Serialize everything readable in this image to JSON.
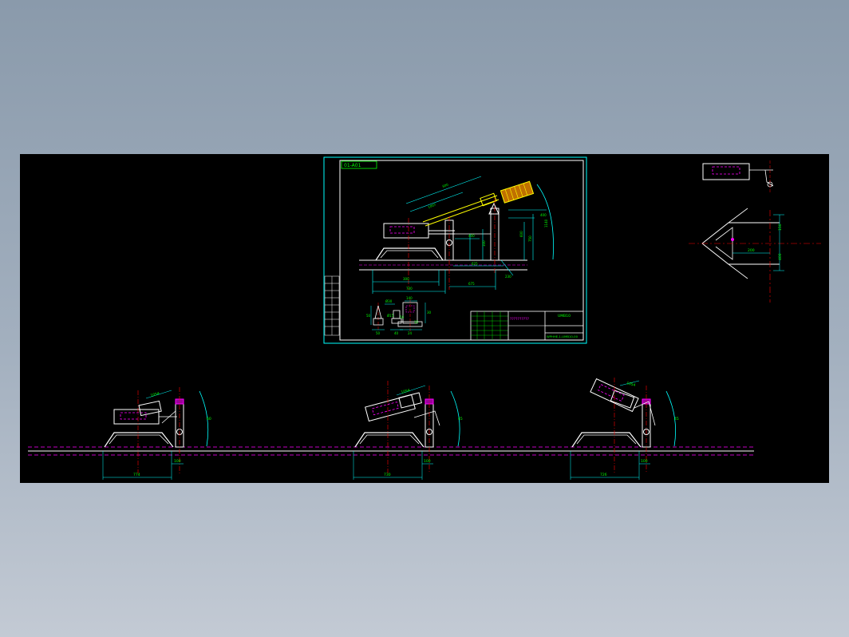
{
  "colors": {
    "background_outer": "#9aa7b6",
    "canvas": "#000000",
    "white": "#ffffff",
    "cyan": "#00ffff",
    "green": "#00ff00",
    "magenta": "#ff00ff",
    "red": "#ff0000",
    "yellow": "#ffff00",
    "orange": "#ff8000"
  },
  "sheet": {
    "drawing_no": "01-A01",
    "title_block": {
      "name": "??????????",
      "code": "UMB10",
      "sub": "WPHHE-1-UMB10-00"
    }
  },
  "dims": {
    "main": [
      "600",
      "1007",
      "600",
      "750",
      "100",
      "300",
      "700",
      "675",
      "625",
      "1140",
      "400",
      "230",
      "400"
    ],
    "detail_left": [
      "Ø30",
      "50",
      "40",
      "50",
      "Ø15"
    ],
    "detail_right": [
      "140",
      "30",
      "15",
      "24",
      "50"
    ],
    "top_right": [
      "150",
      "400",
      "200"
    ],
    "views": [
      {
        "top": "1054",
        "width": "774",
        "small": "100",
        "angle": "60"
      },
      {
        "top": "1054",
        "width": "730",
        "small": "100",
        "angle": "45"
      },
      {
        "top": "1054",
        "width": "726",
        "small": "100",
        "angle": "45"
      }
    ]
  }
}
